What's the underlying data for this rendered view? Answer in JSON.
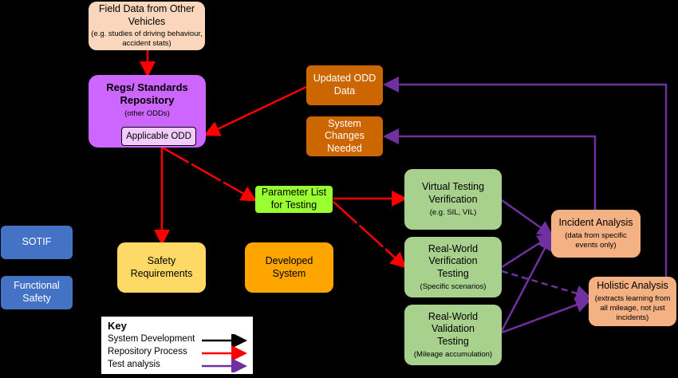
{
  "boxes": {
    "field_data": {
      "title": "Field Data from Other Vehicles",
      "sub": "(e.g. studies of driving behaviour, accident stats)",
      "color": "#FAD7BC"
    },
    "regs_repo": {
      "title": "Regs/ Standards Repository",
      "sub": "(other ODDs)",
      "color": "#CC66FF"
    },
    "applicable_odd": {
      "title": "Applicable ODD",
      "color": "#F2CCFF"
    },
    "updated_odd": {
      "title": "Updated ODD Data",
      "color": "#CC6600"
    },
    "system_changes": {
      "title": "System Changes Needed",
      "color": "#CC6600"
    },
    "parameter_list": {
      "title": "Parameter List for Testing",
      "color": "#99FF33"
    },
    "virtual_testing": {
      "title": "Virtual Testing Verification",
      "sub": "(e.g. SIL, VIL)",
      "color": "#A9D18E"
    },
    "real_world_verification": {
      "title": "Real-World Verification Testing",
      "sub": "(Specific scenarios)",
      "color": "#A9D18E"
    },
    "real_world_validation": {
      "title": "Real-World Validation Testing",
      "sub": "(Mileage accumulation)",
      "color": "#A9D18E"
    },
    "incident_analysis": {
      "title": "Incident Analysis",
      "sub": "(data from specific events only)",
      "color": "#F4B183"
    },
    "holistic_analysis": {
      "title": "Holistic Analysis",
      "sub": "(extracts learning from all mileage, not just incidents)",
      "color": "#F4B183"
    },
    "safety_requirements": {
      "title": "Safety Requirements",
      "color": "#FFD966"
    },
    "developed_system": {
      "title": "Developed System",
      "color": "#FFA500"
    },
    "sotif": {
      "title": "SOTIF",
      "color": "#4472C4"
    },
    "functional_safety": {
      "title": "Functional Safety",
      "color": "#4472C4"
    }
  },
  "key": {
    "title": "Key",
    "items": [
      {
        "label": "System Development",
        "color": "#000000"
      },
      {
        "label": "Repository Process",
        "color": "#FF0000"
      },
      {
        "label": "Test analysis",
        "color": "#7030A0"
      }
    ]
  }
}
